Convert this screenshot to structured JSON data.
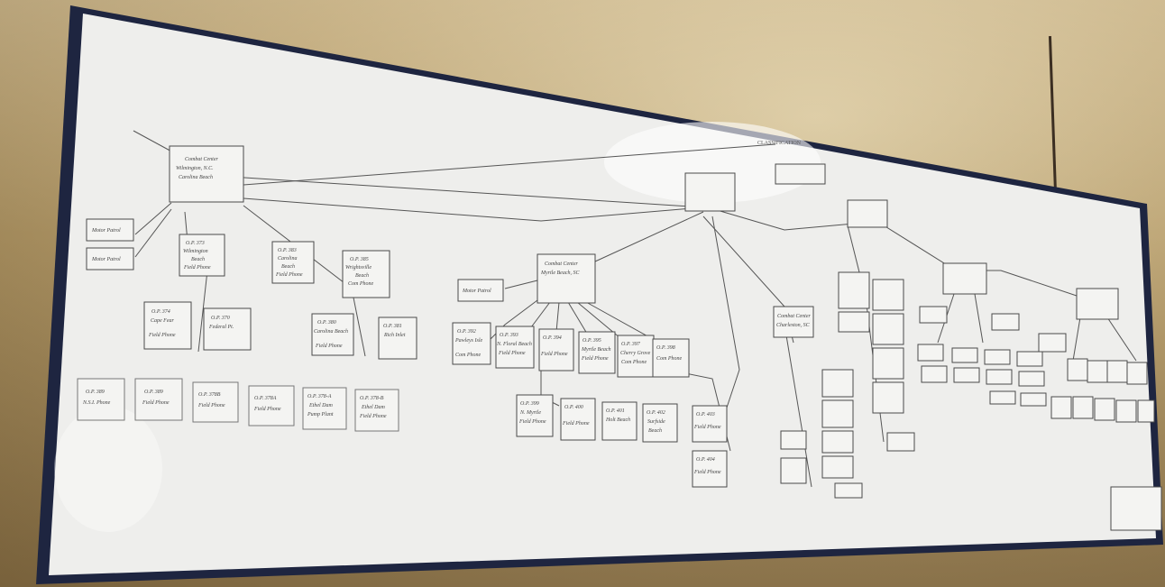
{
  "photo": {
    "subject": "framed wall chart",
    "board_title": "CLASSIFICATION"
  },
  "colors": {
    "wall": "#b89f6e",
    "frame": "#1e2540",
    "board": "#eeeeec",
    "ink": "#4a4a4a"
  },
  "boxes": [
    {
      "id": "combat-center",
      "lines": [
        "Combat Center",
        "Wilmington, N.C.",
        "Carolina Beach"
      ]
    },
    {
      "id": "op-373",
      "lines": [
        "O.P. 373",
        "Wilmington",
        "Beach",
        "Field Phone"
      ]
    },
    {
      "id": "op-383",
      "lines": [
        "O.P. 383",
        "Carolina",
        "Beach",
        "Field Phone"
      ]
    },
    {
      "id": "op-385",
      "lines": [
        "O.P. 385",
        "Wrightsville",
        "Beach",
        "Com Phone"
      ]
    },
    {
      "id": "motor-patrol-1",
      "lines": [
        "Motor Patrol"
      ]
    },
    {
      "id": "motor-patrol-2",
      "lines": [
        "Motor Patrol"
      ]
    },
    {
      "id": "op-374",
      "lines": [
        "O.P. 374",
        "Cape Fear",
        "Field Phone"
      ]
    },
    {
      "id": "op-370",
      "lines": [
        "O.P. 370",
        "Federal Pt."
      ]
    },
    {
      "id": "op-380",
      "lines": [
        "O.P. 380",
        "Carolina Beach",
        "Field Phone"
      ]
    },
    {
      "id": "op-381",
      "lines": [
        "O.P. 381",
        "Rich Inlet"
      ]
    },
    {
      "id": "op-389",
      "lines": [
        "O.P. 389",
        "N.S.I. Phone"
      ]
    },
    {
      "id": "op-389b",
      "lines": [
        "O.P. 389",
        "Field Phone"
      ]
    },
    {
      "id": "op-378b",
      "lines": [
        "O.P. 378B",
        "Field Phone"
      ]
    },
    {
      "id": "op-378a2",
      "lines": [
        "O.P. 378A",
        "Field Phone"
      ]
    },
    {
      "id": "op-378a",
      "lines": [
        "O.P. 378-A",
        "Ethel Dam",
        "Pump Plant"
      ]
    },
    {
      "id": "op-378b2",
      "lines": [
        "O.P. 378-B",
        "Ethel Dam",
        "Field Phone"
      ]
    },
    {
      "id": "combat-center-2",
      "lines": [
        "Combat Center",
        "Myrtle Beach, SC"
      ]
    },
    {
      "id": "motor-patrol-3",
      "lines": [
        "Motor Patrol"
      ]
    },
    {
      "id": "op-392",
      "lines": [
        "O.P. 392",
        "Pawleys Isle",
        "Com Phone"
      ]
    },
    {
      "id": "op-393",
      "lines": [
        "O.P. 393",
        "N. Floral Beach",
        "Field Phone"
      ]
    },
    {
      "id": "op-394",
      "lines": [
        "O.P. 394",
        "Field Phone"
      ]
    },
    {
      "id": "op-395",
      "lines": [
        "O.P. 395",
        "Myrtle Beach",
        "Field Phone"
      ]
    },
    {
      "id": "op-397",
      "lines": [
        "O.P. 397",
        "Cherry Grove",
        "Com Phone"
      ]
    },
    {
      "id": "op-398",
      "lines": [
        "O.P. 398",
        "Com Phone"
      ]
    },
    {
      "id": "op-399",
      "lines": [
        "O.P. 399",
        "N. Myrtle",
        "Field Phone"
      ]
    },
    {
      "id": "op-400",
      "lines": [
        "O.P. 400",
        "Field Phone"
      ]
    },
    {
      "id": "op-401",
      "lines": [
        "O.P. 401",
        "Holt Beach"
      ]
    },
    {
      "id": "op-402",
      "lines": [
        "O.P. 402",
        "Surfside",
        "Beach"
      ]
    },
    {
      "id": "op-403",
      "lines": [
        "O.P. 403",
        "Field Phone"
      ]
    },
    {
      "id": "op-404",
      "lines": [
        "O.P. 404",
        "Field Phone"
      ]
    },
    {
      "id": "combat-center-3",
      "lines": [
        "Combat Center",
        "Charleston, SC"
      ]
    }
  ]
}
